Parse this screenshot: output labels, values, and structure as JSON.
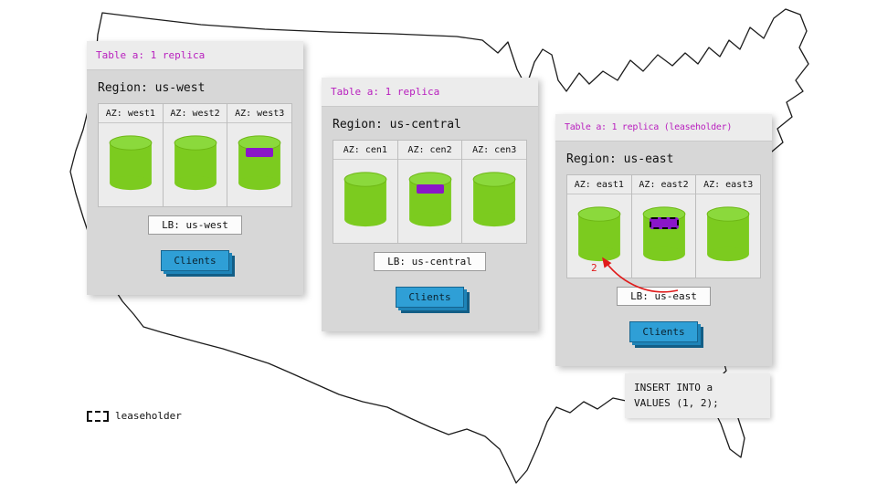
{
  "legend": {
    "label": "leaseholder"
  },
  "colors": {
    "accent_magenta": "#b81fbe",
    "replica_purple": "#8a16c9",
    "cylinder_green": "#7ccb1f",
    "clients_blue": "#2f9fd6",
    "arrow_red": "#e01b1b",
    "panel_gray": "#d7d7d7"
  },
  "regions": [
    {
      "table_label": "Table a: 1 replica",
      "region_label": "Region: us-west",
      "azs": [
        {
          "label": "AZ: west1",
          "replica": false,
          "leaseholder": false
        },
        {
          "label": "AZ: west2",
          "replica": false,
          "leaseholder": false
        },
        {
          "label": "AZ: west3",
          "replica": true,
          "leaseholder": false
        }
      ],
      "lb_label": "LB: us-west",
      "clients_label": "Clients"
    },
    {
      "table_label": "Table a: 1 replica",
      "region_label": "Region: us-central",
      "azs": [
        {
          "label": "AZ: cen1",
          "replica": false,
          "leaseholder": false
        },
        {
          "label": "AZ: cen2",
          "replica": true,
          "leaseholder": false
        },
        {
          "label": "AZ: cen3",
          "replica": false,
          "leaseholder": false
        }
      ],
      "lb_label": "LB: us-central",
      "clients_label": "Clients"
    },
    {
      "table_label": "Table a: 1 replica (leaseholder)",
      "region_label": "Region: us-east",
      "azs": [
        {
          "label": "AZ: east1",
          "replica": false,
          "leaseholder": false
        },
        {
          "label": "AZ: east2",
          "replica": false,
          "leaseholder": true
        },
        {
          "label": "AZ: east3",
          "replica": false,
          "leaseholder": false
        }
      ],
      "lb_label": "LB: us-east",
      "clients_label": "Clients",
      "annotation": "2"
    }
  ],
  "query_box": {
    "lines": [
      "INSERT INTO a",
      "VALUES (1, 2);"
    ]
  }
}
